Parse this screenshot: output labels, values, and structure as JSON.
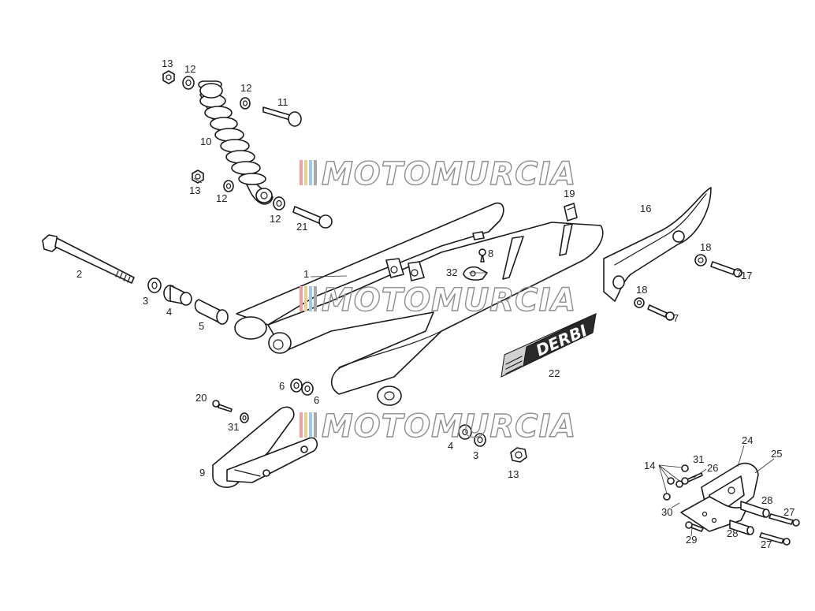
{
  "diagram": {
    "watermark_text": "MOTOMURCIA",
    "swingarm_decal_text": "DERBI",
    "labels": [
      "1",
      "2",
      "3",
      "4",
      "5",
      "6",
      "6",
      "4",
      "3",
      "13",
      "8",
      "32",
      "7",
      "7",
      "9",
      "10",
      "11",
      "12",
      "12",
      "12",
      "12",
      "13",
      "13",
      "13",
      "14",
      "16",
      "17",
      "18",
      "18",
      "19",
      "20",
      "21",
      "22",
      "24",
      "25",
      "26",
      "27",
      "27",
      "28",
      "28",
      "29",
      "30",
      "31",
      "31"
    ]
  }
}
